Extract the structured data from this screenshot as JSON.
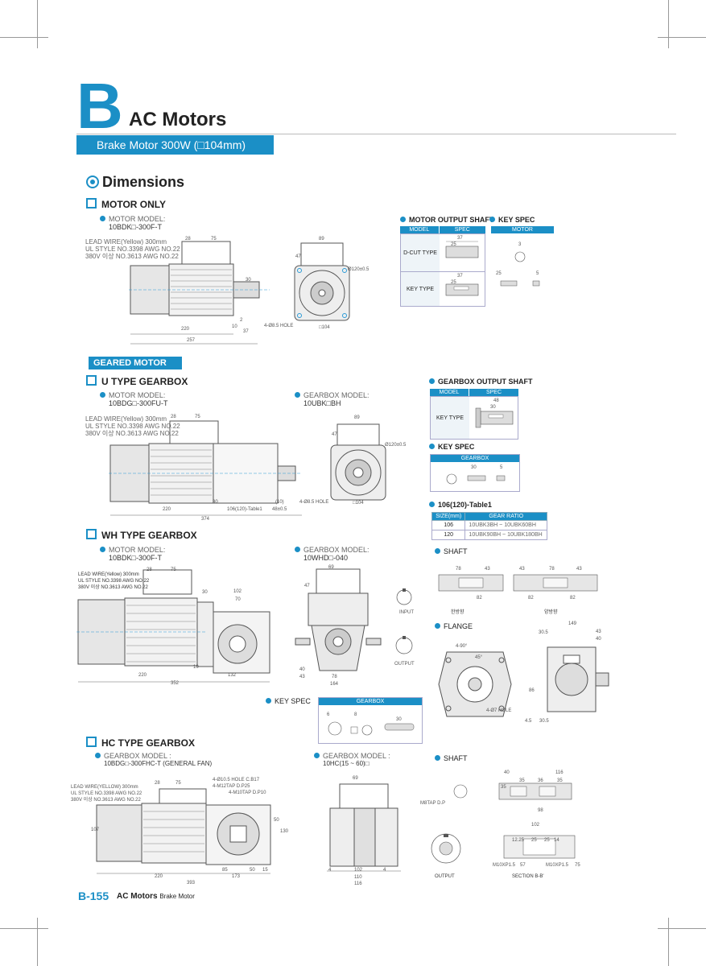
{
  "header": {
    "letter": "B",
    "title": "AC Motors",
    "subtitle": "Brake Motor 300W (□104mm)",
    "colors": {
      "accent": "#1b8fc6"
    }
  },
  "section": {
    "title": "Dimensions",
    "icon": "target-icon"
  },
  "motor_only": {
    "title": "MOTOR ONLY",
    "model_label": "MOTOR MODEL:",
    "model": "10BDK□-300F-T",
    "lead_wire": [
      "LEAD WIRE(Yellow) 300mm",
      "UL STYLE NO.3398 AWG NO.22",
      "380V 이상 NO.3613 AWG NO.22"
    ],
    "dims": {
      "a": "28",
      "b": "75",
      "c": "220",
      "d": "257",
      "e": "30",
      "f": "37",
      "g": "2",
      "h": "10",
      "top": "89",
      "side": "47",
      "hole": "4-Ø8.5 HOLE",
      "sq": "□104",
      "dia": "Ø120±0.5"
    },
    "output_shaft": {
      "title": "MOTOR OUTPUT SHAFT",
      "headers": [
        "MODEL",
        "SPEC"
      ],
      "rows": [
        "D-CUT TYPE",
        "KEY TYPE"
      ],
      "dims": [
        "37",
        "25",
        "37",
        "25"
      ]
    },
    "key_spec": {
      "title": "KEY SPEC",
      "header": "MOTOR",
      "dims": [
        "3",
        "25",
        "5"
      ]
    }
  },
  "geared": {
    "label": "GEARED MOTOR",
    "u_type": {
      "title": "U TYPE GEARBOX",
      "motor_label": "MOTOR MODEL:",
      "motor_model": "10BDG□-300FU-T",
      "gearbox_label": "GEARBOX MODEL:",
      "gearbox_model": "10UBK□BH",
      "lead_wire": [
        "LEAD WIRE(Yellow) 300mm",
        "UL STYLE NO.3398 AWG NO.22",
        "380V 이상 NO.3613 AWG NO.22"
      ],
      "dims": {
        "a": "28",
        "b": "75",
        "c": "220",
        "d": "374",
        "e": "106(120)-Table1",
        "f": "48±0.5",
        "g": "(10)",
        "h": "30",
        "top": "89",
        "side": "47",
        "hole": "4-Ø8.5 HOLE",
        "sq": "□104",
        "dia": "Ø120±0.5"
      },
      "output_shaft": {
        "title": "GEARBOX OUTPUT SHAFT",
        "headers": [
          "MODEL",
          "SPEC"
        ],
        "row": "KEY TYPE",
        "dims": [
          "48",
          "30"
        ]
      },
      "key_spec": {
        "title": "KEY SPEC",
        "header": "GEARBOX",
        "dims": [
          "30",
          "5"
        ]
      },
      "table1": {
        "title": "106(120)-Table1",
        "headers": [
          "SIZE(mm)",
          "GEAR RATIO"
        ],
        "rows": [
          [
            "106",
            "10UBK3BH ~ 10UBK60BH"
          ],
          [
            "120",
            "10UBK90BH ~ 10UBK180BH"
          ]
        ]
      }
    },
    "wh_type": {
      "title": "WH TYPE GEARBOX",
      "motor_label": "MOTOR MODEL:",
      "motor_model": "10BDK□-300F-T",
      "gearbox_label": "GEARBOX MODEL:",
      "gearbox_model": "10WHD□-040",
      "lead_wire": [
        "LEAD WIRE(Yellow) 300mm",
        "UL STYLE NO.3398 AWG NO.22",
        "380V 이상 NO.3613 AWG NO.22"
      ],
      "dims": {
        "a": "28",
        "b": "75",
        "c": "220",
        "d": "352",
        "e": "132",
        "f": "10",
        "g": "30",
        "h": "102",
        "i": "70",
        "top": "69",
        "side": "47",
        "w1": "40",
        "w2": "43",
        "w3": "78",
        "w4": "164"
      },
      "input_label": "INPUT",
      "output_label": "OUTPUT",
      "shaft": {
        "title": "SHAFT",
        "single": "한방향",
        "double": "양방향",
        "dims": [
          "78",
          "43",
          "82",
          "43",
          "78",
          "43",
          "82",
          "82"
        ]
      },
      "flange": {
        "title": "FLANGE",
        "dims": [
          "149",
          "43",
          "40",
          "30.5",
          "4.5",
          "30.5",
          "86"
        ],
        "hole": "4-Ø7 HOLE",
        "angle1": "4-90°",
        "angle2": "45°"
      },
      "key_spec": {
        "title": "KEY SPEC",
        "header": "GEARBOX",
        "dims": [
          "6",
          "8",
          "30"
        ]
      }
    },
    "hc_type": {
      "title": "HC TYPE GEARBOX",
      "gearbox_label": "GEARBOX MODEL  :",
      "model": "10BDG□-300FHC-T (GENERAL FAN)",
      "gearbox_label2": "GEARBOX MODEL  :",
      "model2": "10HC(15 ~ 60)□",
      "lead_wire": [
        "LEAD WIRE(YELLOW) 300mm",
        "UL STYLE NO.3398 AWG NO.22",
        "380V 이상 NO.3613 AWG NO.22"
      ],
      "dims": {
        "a": "28",
        "b": "75",
        "c": "220",
        "d": "393",
        "e": "173",
        "f": "85",
        "g": "50",
        "h": "15",
        "i": "107",
        "j": "130",
        "k": "50",
        "top": "69",
        "w1": "102",
        "w2": "110",
        "w3": "116",
        "w4": "4",
        "w5": "4"
      },
      "notes": [
        "4-Ø10.5 HOLE C.B17",
        "4-M12TAP D.P25",
        "4-M10TAP D.P10"
      ],
      "output_label": "OUTPUT",
      "shaft": {
        "title": "SHAFT",
        "dims": [
          "40",
          "116",
          "35",
          "35",
          "36",
          "35",
          "98"
        ],
        "tap": "M8TAP D.P"
      },
      "section": {
        "label": "SECTION B-B'",
        "dims": [
          "102",
          "12.25",
          "25",
          "25",
          "14",
          "57",
          "75"
        ],
        "tap1": "M10XP1.5",
        "tap2": "M10XP1.5"
      }
    }
  },
  "footer": {
    "page": "B-155",
    "section": "AC Motors",
    "sub": "Brake Motor"
  }
}
